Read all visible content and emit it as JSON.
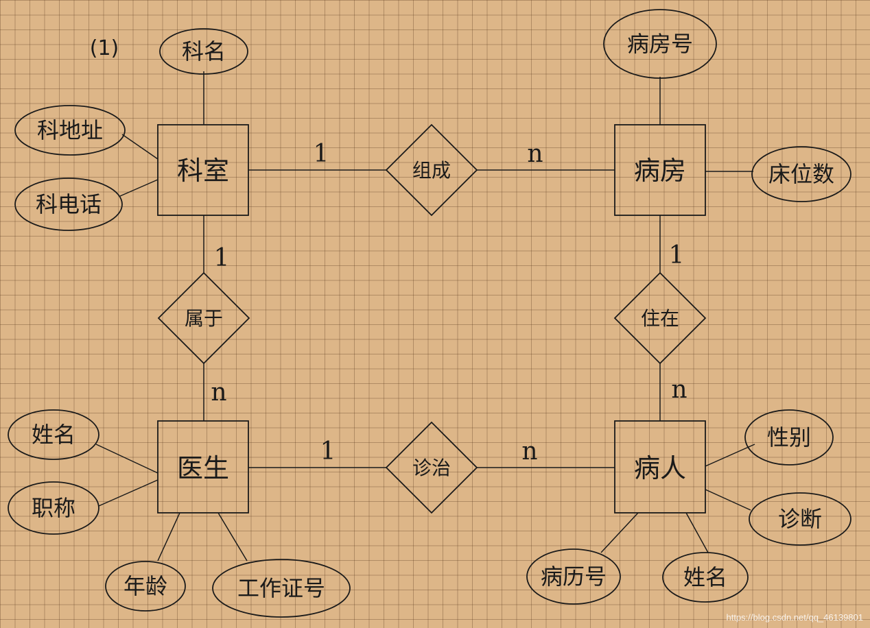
{
  "label": "(1)",
  "entities": {
    "keshi": "科室",
    "bingfang": "病房",
    "yisheng": "医生",
    "bingren": "病人"
  },
  "relationships": {
    "zucheng": "组成",
    "shuyu": "属于",
    "zhuzai": "住在",
    "zhenzhi": "诊治"
  },
  "attributes": {
    "keshi_name": "科名",
    "keshi_address": "科地址",
    "keshi_phone": "科电话",
    "bingfang_no": "病房号",
    "bingfang_beds": "床位数",
    "yisheng_name": "姓名",
    "yisheng_title": "职称",
    "yisheng_age": "年龄",
    "yisheng_id": "工作证号",
    "bingren_gender": "性别",
    "bingren_diagnosis": "诊断",
    "bingren_record": "病历号",
    "bingren_name": "姓名"
  },
  "cardinalities": {
    "keshi_zucheng": "1",
    "zucheng_bingfang": "n",
    "keshi_shuyu": "1",
    "shuyu_yisheng": "n",
    "bingfang_zhuzai": "1",
    "zhuzai_bingren": "n",
    "yisheng_zhenzhi": "1",
    "zhenzhi_bingren": "n"
  },
  "watermark": "https://blog.csdn.net/qq_46139801"
}
